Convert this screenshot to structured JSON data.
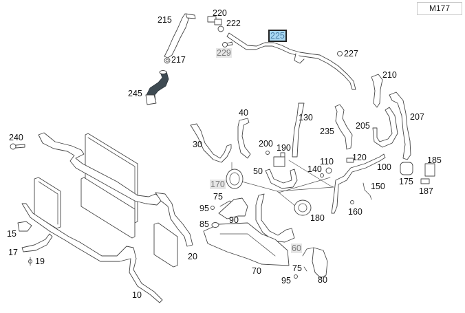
{
  "model_badge": "M177",
  "callouts": [
    {
      "id": "215",
      "label": "215",
      "state": "normal"
    },
    {
      "id": "220",
      "label": "220",
      "state": "normal"
    },
    {
      "id": "222",
      "label": "222",
      "state": "normal"
    },
    {
      "id": "225",
      "label": "225",
      "state": "selected"
    },
    {
      "id": "229",
      "label": "229",
      "state": "grey"
    },
    {
      "id": "227",
      "label": "227",
      "state": "normal"
    },
    {
      "id": "217",
      "label": "217",
      "state": "normal"
    },
    {
      "id": "245",
      "label": "245",
      "state": "normal"
    },
    {
      "id": "210",
      "label": "210",
      "state": "normal"
    },
    {
      "id": "207",
      "label": "207",
      "state": "normal"
    },
    {
      "id": "205",
      "label": "205",
      "state": "normal"
    },
    {
      "id": "235",
      "label": "235",
      "state": "normal"
    },
    {
      "id": "130",
      "label": "130",
      "state": "normal"
    },
    {
      "id": "40",
      "label": "40",
      "state": "normal"
    },
    {
      "id": "30",
      "label": "30",
      "state": "normal"
    },
    {
      "id": "200",
      "label": "200",
      "state": "normal"
    },
    {
      "id": "190",
      "label": "190",
      "state": "normal"
    },
    {
      "id": "110",
      "label": "110",
      "state": "normal"
    },
    {
      "id": "120",
      "label": "120",
      "state": "normal"
    },
    {
      "id": "140",
      "label": "140",
      "state": "normal"
    },
    {
      "id": "100",
      "label": "100",
      "state": "normal"
    },
    {
      "id": "185",
      "label": "185",
      "state": "normal"
    },
    {
      "id": "175",
      "label": "175",
      "state": "normal"
    },
    {
      "id": "187",
      "label": "187",
      "state": "normal"
    },
    {
      "id": "150",
      "label": "150",
      "state": "normal"
    },
    {
      "id": "160",
      "label": "160",
      "state": "normal"
    },
    {
      "id": "50",
      "label": "50",
      "state": "normal"
    },
    {
      "id": "170",
      "label": "170",
      "state": "grey"
    },
    {
      "id": "75a",
      "label": "75",
      "state": "normal"
    },
    {
      "id": "95a",
      "label": "95",
      "state": "normal"
    },
    {
      "id": "90",
      "label": "90",
      "state": "normal"
    },
    {
      "id": "85",
      "label": "85",
      "state": "normal"
    },
    {
      "id": "180",
      "label": "180",
      "state": "normal"
    },
    {
      "id": "60",
      "label": "60",
      "state": "grey"
    },
    {
      "id": "70",
      "label": "70",
      "state": "normal"
    },
    {
      "id": "75b",
      "label": "75",
      "state": "normal"
    },
    {
      "id": "95b",
      "label": "95",
      "state": "normal"
    },
    {
      "id": "80",
      "label": "80",
      "state": "normal"
    },
    {
      "id": "240",
      "label": "240",
      "state": "normal"
    },
    {
      "id": "15",
      "label": "15",
      "state": "normal"
    },
    {
      "id": "17",
      "label": "17",
      "state": "normal"
    },
    {
      "id": "19",
      "label": "19",
      "state": "normal"
    },
    {
      "id": "20",
      "label": "20",
      "state": "normal"
    },
    {
      "id": "10",
      "label": "10",
      "state": "normal"
    }
  ],
  "colors": {
    "selected_fill": "#a9d8f2",
    "selected_text": "#4a7fa6",
    "grey_fill": "#e6e6e6",
    "grey_text": "#7a7a7a"
  }
}
